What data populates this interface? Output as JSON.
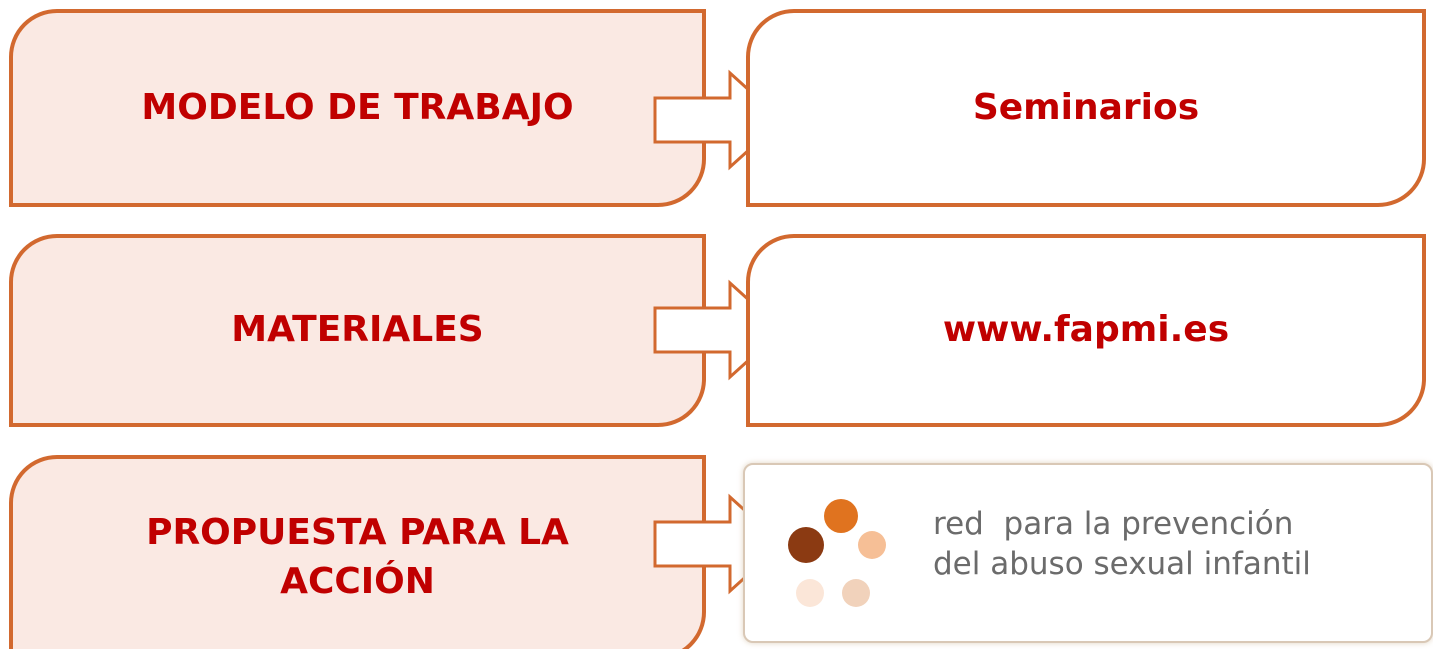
{
  "rows": [
    {
      "label": "MODELO DE TRABAJO",
      "value": "Seminarios"
    },
    {
      "label": "MATERIALES",
      "value": "www.fapmi.es"
    },
    {
      "label": "PROPUESTA PARA LA ACCIÓN"
    }
  ],
  "logo": {
    "line1": "red  para la prevención",
    "line2": "del abuso sexual infantil",
    "dot_colors": [
      "#e0731f",
      "#8b3a12",
      "#f6bf96",
      "#fbe6d8",
      "#f1d2bb"
    ]
  },
  "colors": {
    "border": "#d2692f",
    "left_fill": "#fae9e3",
    "text": "#c00000"
  }
}
